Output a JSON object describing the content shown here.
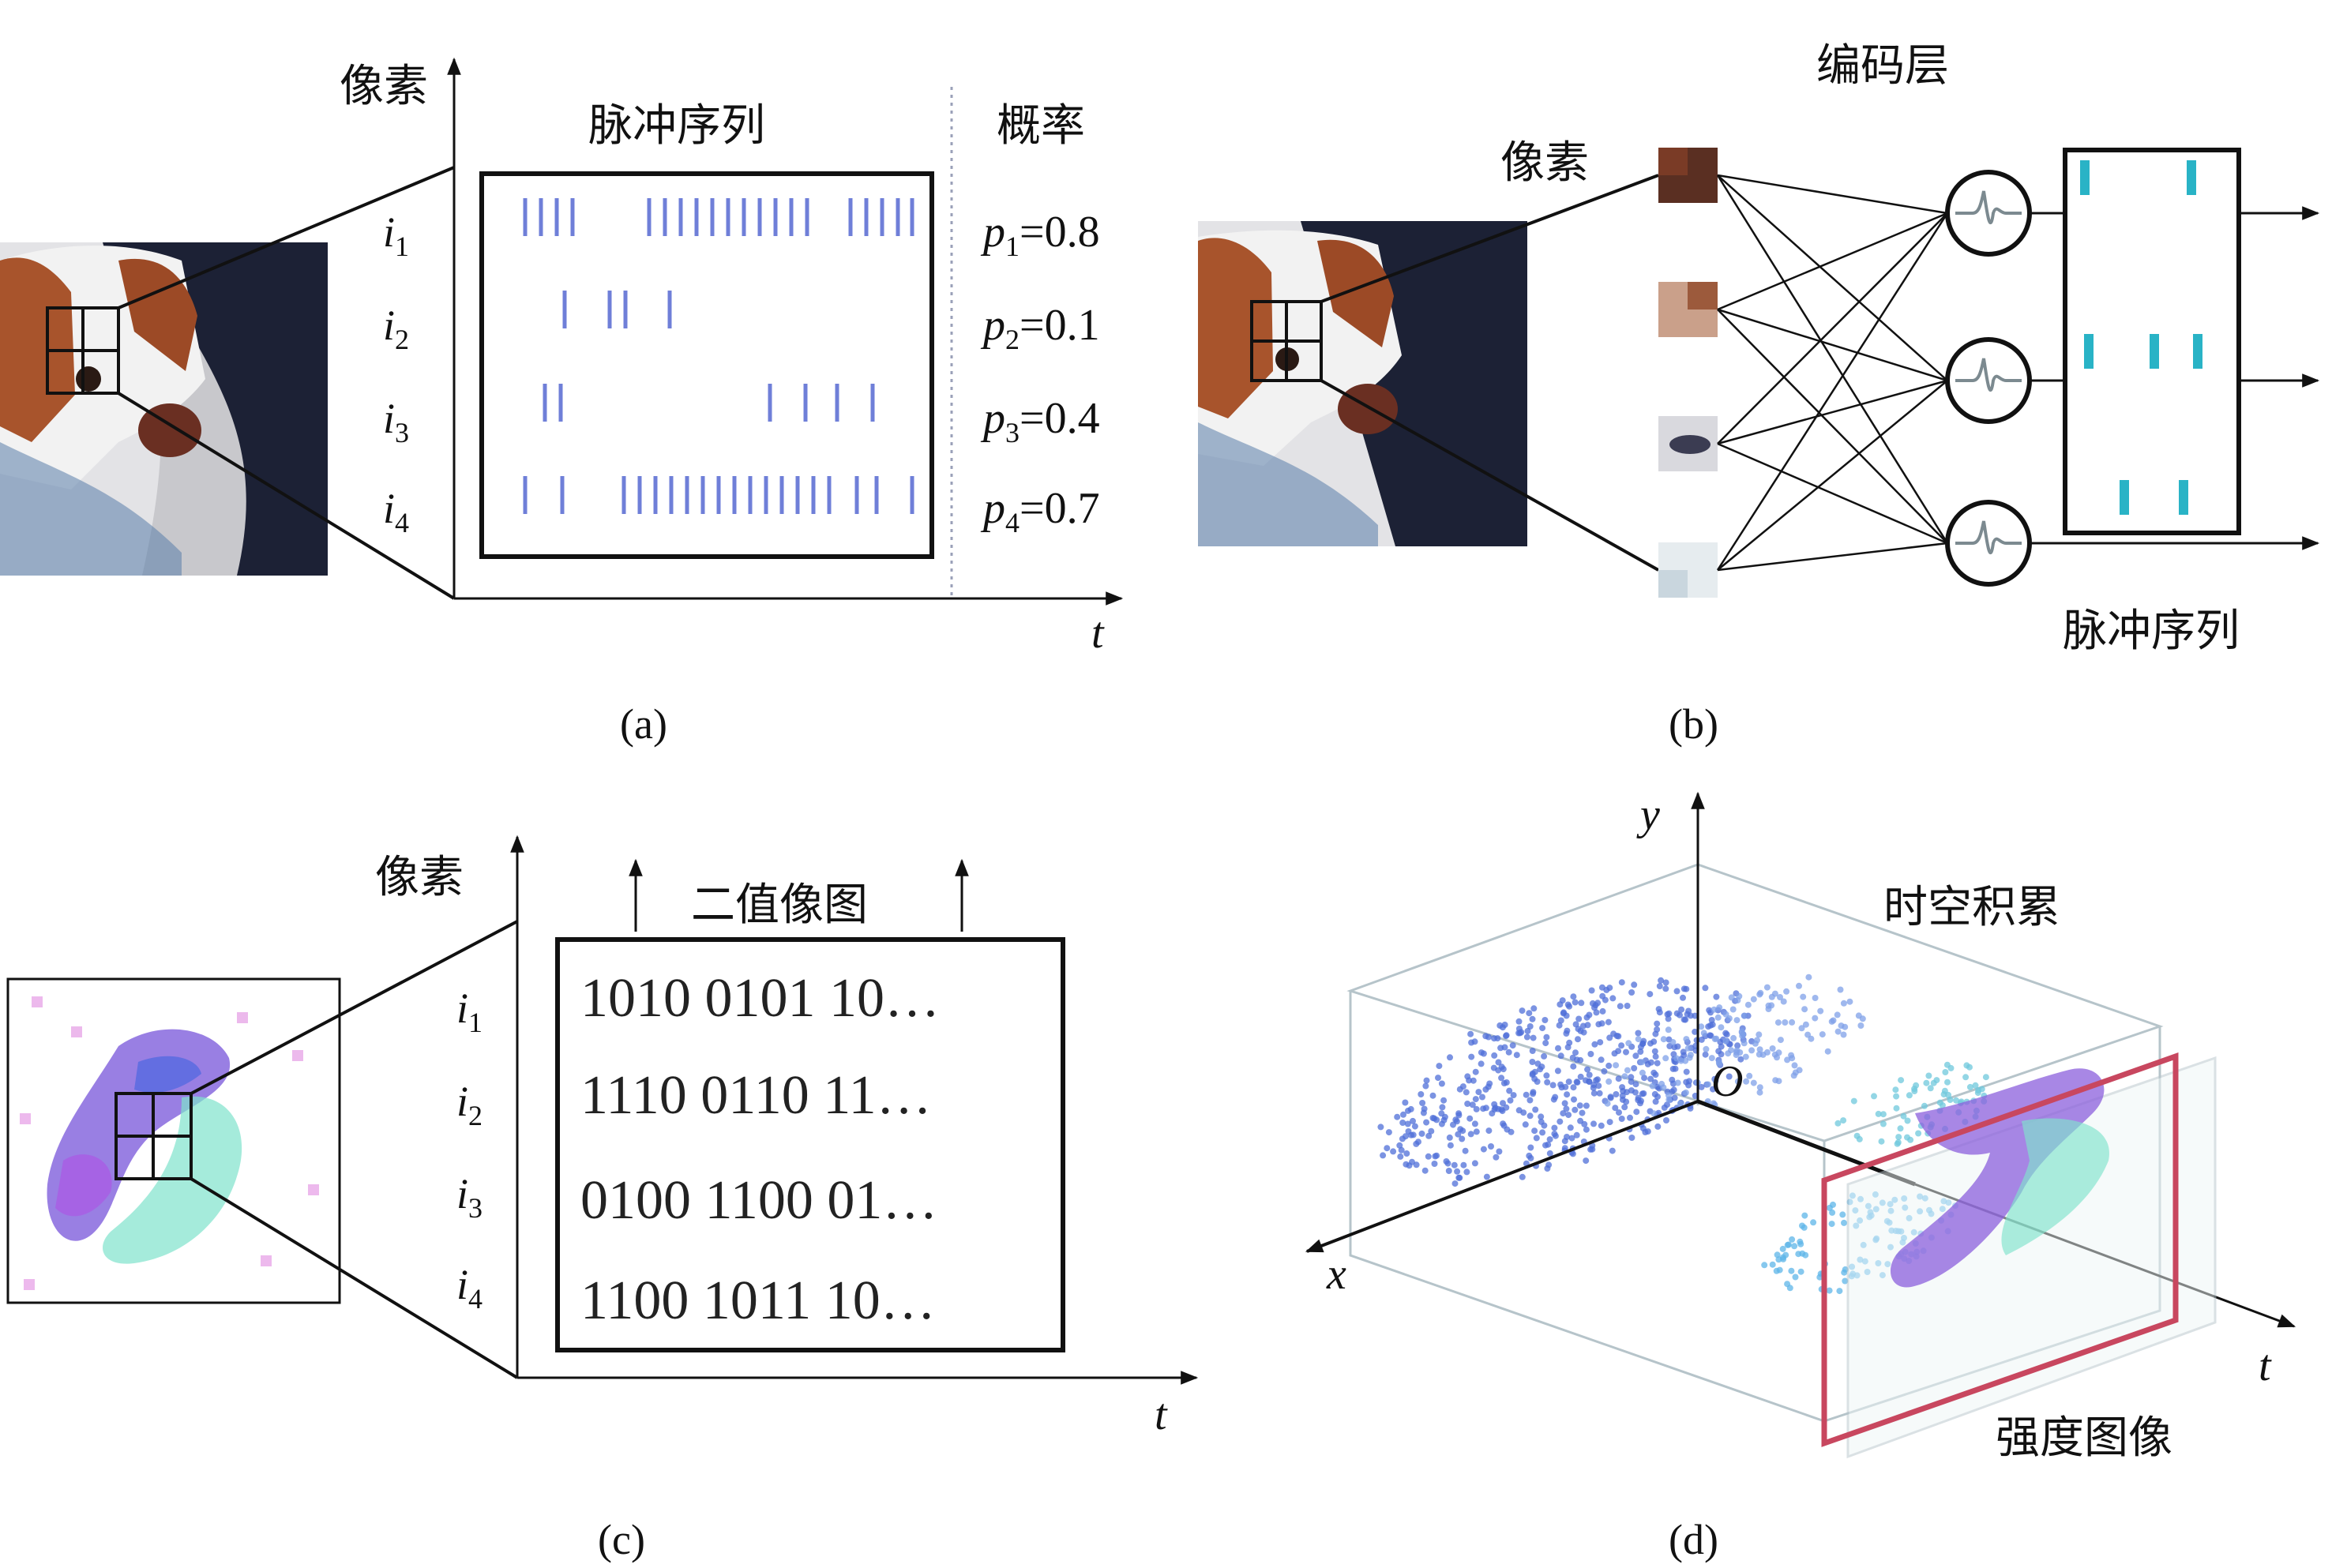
{
  "panels": {
    "a": {
      "caption": "(a)",
      "y_axis_label": "像素",
      "t_axis_label": "t",
      "box_title": "脉冲序列",
      "prob_title": "概率",
      "rows": [
        {
          "sym": "i",
          "sub": "1",
          "p_sym": "p",
          "p_sub": "1",
          "p_val": "=0.8"
        },
        {
          "sym": "i",
          "sub": "2",
          "p_sym": "p",
          "p_sub": "2",
          "p_val": "=0.1"
        },
        {
          "sym": "i",
          "sub": "3",
          "p_sym": "p",
          "p_sub": "3",
          "p_val": "=0.4"
        },
        {
          "sym": "i",
          "sub": "4",
          "p_sym": "p",
          "p_sub": "4",
          "p_val": "=0.7"
        }
      ],
      "spike_color": "#6f7fd8"
    },
    "b": {
      "caption": "(b)",
      "encoding_layer_label": "编码层",
      "pixel_label": "像素",
      "spike_train_label": "脉冲序列",
      "spike_color": "#29b3c6"
    },
    "c": {
      "caption": "(c)",
      "y_axis_label": "像素",
      "t_axis_label": "t",
      "box_title": "二值像图",
      "rows": [
        {
          "sym": "i",
          "sub": "1",
          "bits": "1010 0101 10…"
        },
        {
          "sym": "i",
          "sub": "2",
          "bits": "1110 0110 11…"
        },
        {
          "sym": "i",
          "sub": "3",
          "bits": "0100 1100 01…"
        },
        {
          "sym": "i",
          "sub": "4",
          "bits": "1100 1011 10…"
        }
      ]
    },
    "d": {
      "caption": "(d)",
      "y_label": "y",
      "x_label": "x",
      "t_label": "t",
      "origin_label": "O",
      "accumulation_label": "时空积累",
      "intensity_label": "强度图像",
      "frame_color": "#c8475f",
      "point_color": "#4f6fd8"
    }
  }
}
